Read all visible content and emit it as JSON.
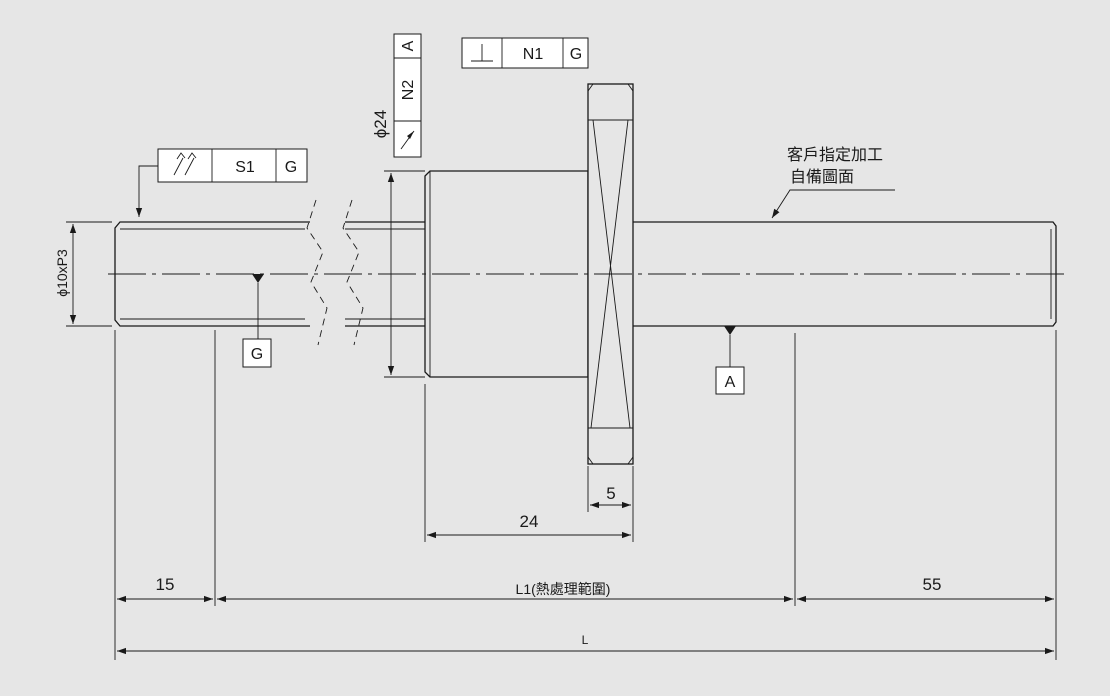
{
  "colors": {
    "background": "#e6e6e6",
    "line": "#1a1a1a",
    "frame_fill": "#ffffff"
  },
  "frames": {
    "s1": {
      "symbol_icon": "parallelism-icon",
      "value": "S1",
      "datum": "G"
    },
    "n1": {
      "symbol_icon": "perpendicularity-icon",
      "value": "N1",
      "datum": "G"
    },
    "n2": {
      "datum": "A",
      "value": "N2",
      "symbol_icon": "circular-runout-icon"
    }
  },
  "datums": {
    "g": "G",
    "a": "A"
  },
  "labels": {
    "thread_dia": "ϕ10xP3",
    "flange_dia": "ϕ24",
    "customer_note_1": "客戶指定加工",
    "customer_note_2": "自備圖面"
  },
  "dimensions": {
    "flange_width": "5",
    "nut_length": "24",
    "left_end": "15",
    "l1": "L1(熱處理範圍)",
    "right_end": "55",
    "total": "L"
  }
}
